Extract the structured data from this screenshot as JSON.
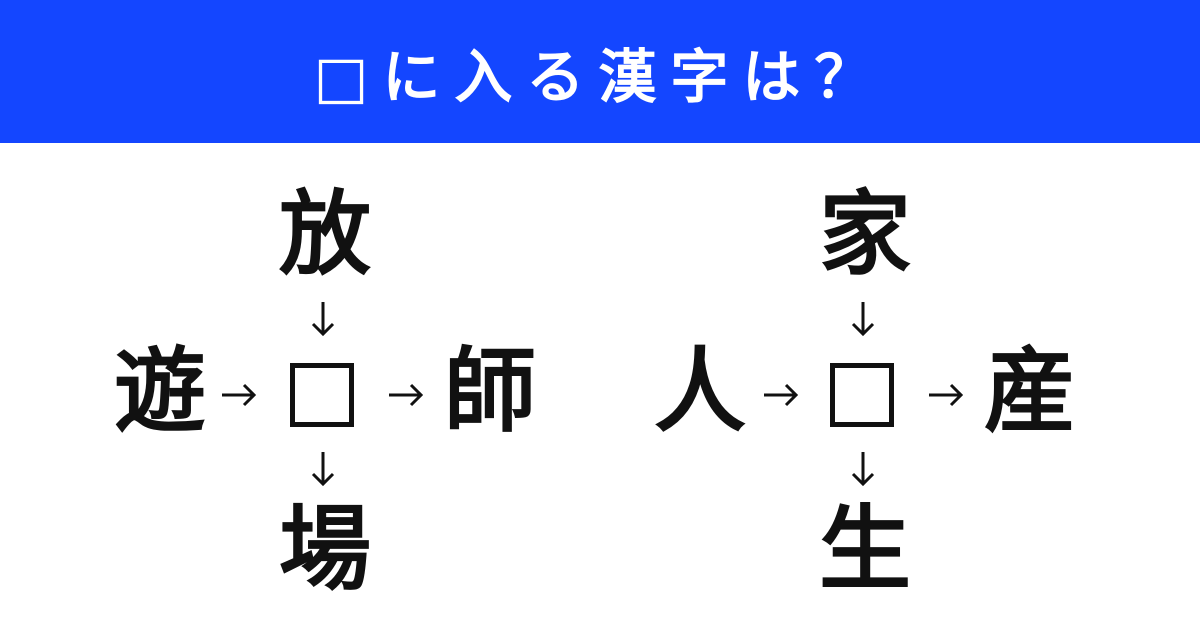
{
  "header": {
    "title": "□に入る漢字は？",
    "color": "#1446ff"
  },
  "puzzles": [
    {
      "top": "放",
      "left": "遊",
      "right": "師",
      "bottom": "場"
    },
    {
      "top": "家",
      "left": "人",
      "right": "産",
      "bottom": "生"
    }
  ]
}
